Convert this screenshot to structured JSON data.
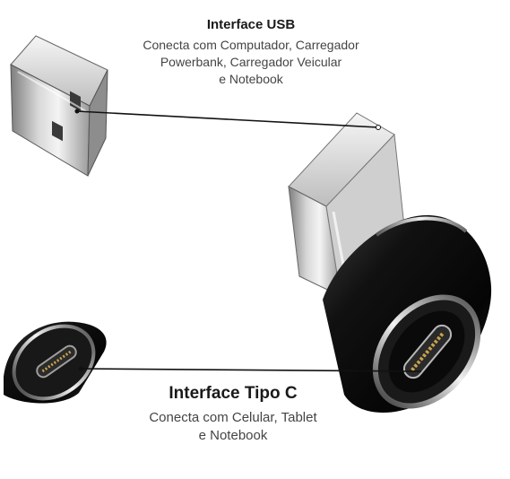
{
  "usb_caption": {
    "title": "Interface USB",
    "lines": [
      "Conecta com Computador, Carregador",
      "Powerbank, Carregador Veicular",
      "e Notebook"
    ]
  },
  "typec_caption": {
    "title": "Interface Tipo C",
    "lines": [
      "Conecta com Celular, Tablet",
      "e Notebook"
    ]
  },
  "colors": {
    "background": "#ffffff",
    "metal_light": "#e9e9e9",
    "metal_dark": "#8a8a8a",
    "body_black": "#0d0d0d",
    "accent_gold": "#c9a24a",
    "leader_line": "#111111"
  }
}
